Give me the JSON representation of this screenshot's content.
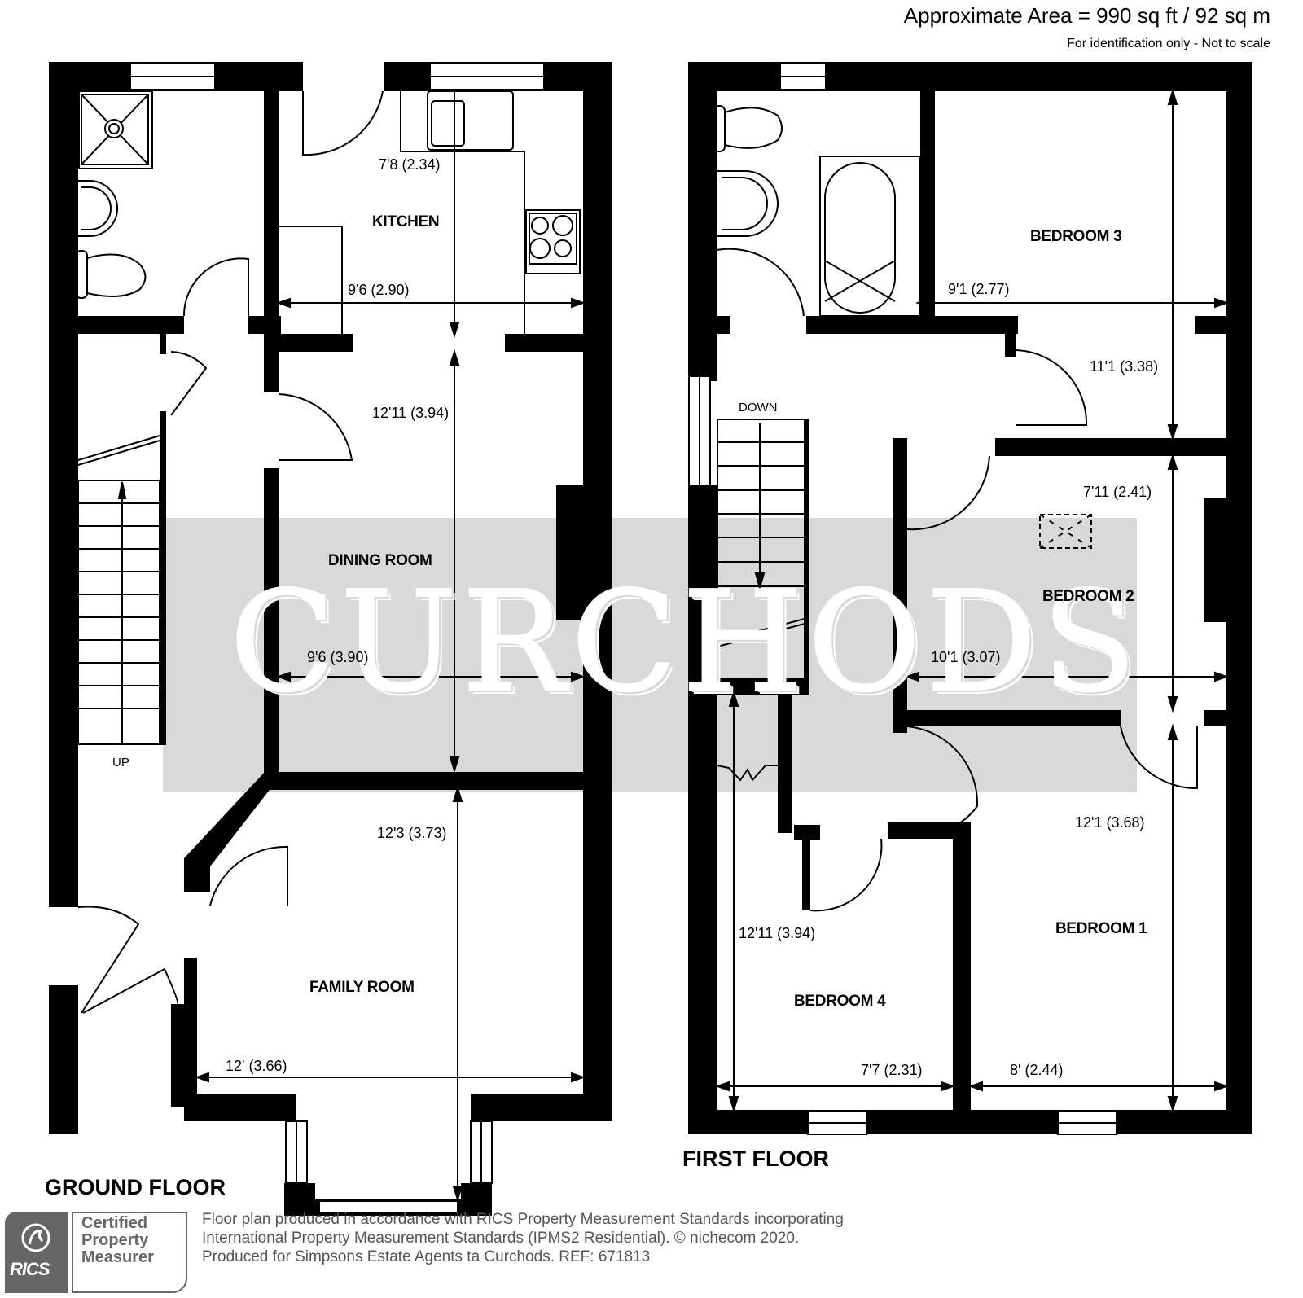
{
  "header": {
    "area": "Approximate Area = 990 sq ft / 92 sq m",
    "disclaimer": "For identification only - Not to scale"
  },
  "watermark": "CURCHODS",
  "ground_floor": {
    "label": "GROUND FLOOR",
    "stairs_label": "UP",
    "rooms": [
      {
        "name": "KITCHEN",
        "dims": [
          "7'8 (2.34)",
          "9'6 (2.90)"
        ]
      },
      {
        "name": "DINING ROOM",
        "dims": [
          "12'11 (3.94)",
          "9'6 (3.90)"
        ]
      },
      {
        "name": "FAMILY ROOM",
        "dims": [
          "12'3 (3.73)",
          "12' (3.66)"
        ]
      }
    ]
  },
  "first_floor": {
    "label": "FIRST FLOOR",
    "stairs_label": "DOWN",
    "rooms": [
      {
        "name": "BEDROOM 3",
        "dims": [
          "9'1 (2.77)",
          "11'1 (3.38)"
        ]
      },
      {
        "name": "BEDROOM 2",
        "dims": [
          "7'11 (2.41)",
          "10'1 (3.07)"
        ]
      },
      {
        "name": "BEDROOM 1",
        "dims": [
          "12'1 (3.68)",
          "8' (2.44)"
        ]
      },
      {
        "name": "BEDROOM 4",
        "dims": [
          "12'11 (3.94)",
          "7'7 (2.31)"
        ]
      }
    ]
  },
  "footer": {
    "badge": {
      "org": "RICS",
      "line1": "Certified",
      "line2": "Property",
      "line3": "Measurer"
    },
    "lines": [
      "Floor plan produced in accordance with RICS Property Measurement Standards incorporating",
      "International Property Measurement Standards (IPMS2 Residential).   © nichecom 2020.",
      "Produced for Simpsons Estate Agents ta Curchods.   REF:  671813"
    ]
  },
  "colors": {
    "wall": "#000000",
    "watermark_band": "#d9d9d9",
    "footer_text": "#555555",
    "badge": "#666666"
  }
}
